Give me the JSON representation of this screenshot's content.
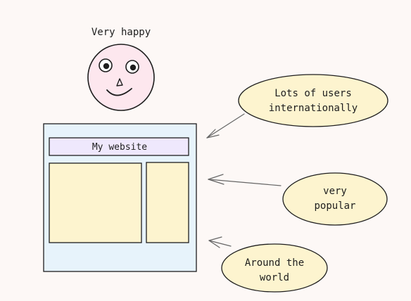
{
  "face": {
    "caption": "Very happy",
    "fill": "#fde7ee"
  },
  "website": {
    "title": "My website",
    "frame_fill": "#e7f3fb",
    "header_fill": "#efe8fd",
    "panel_fill": "#fdf4cf"
  },
  "bubbles": [
    {
      "lines": [
        "Lots of users",
        "internationally"
      ],
      "fill": "#fdf4cf"
    },
    {
      "lines": [
        "very",
        "popular"
      ],
      "fill": "#fdf4cf"
    },
    {
      "lines": [
        "Around the",
        "world"
      ],
      "fill": "#fdf4cf"
    }
  ],
  "colors": {
    "background": "#fdf8f6",
    "stroke": "#1e1e1e",
    "arrow": "#666666"
  }
}
